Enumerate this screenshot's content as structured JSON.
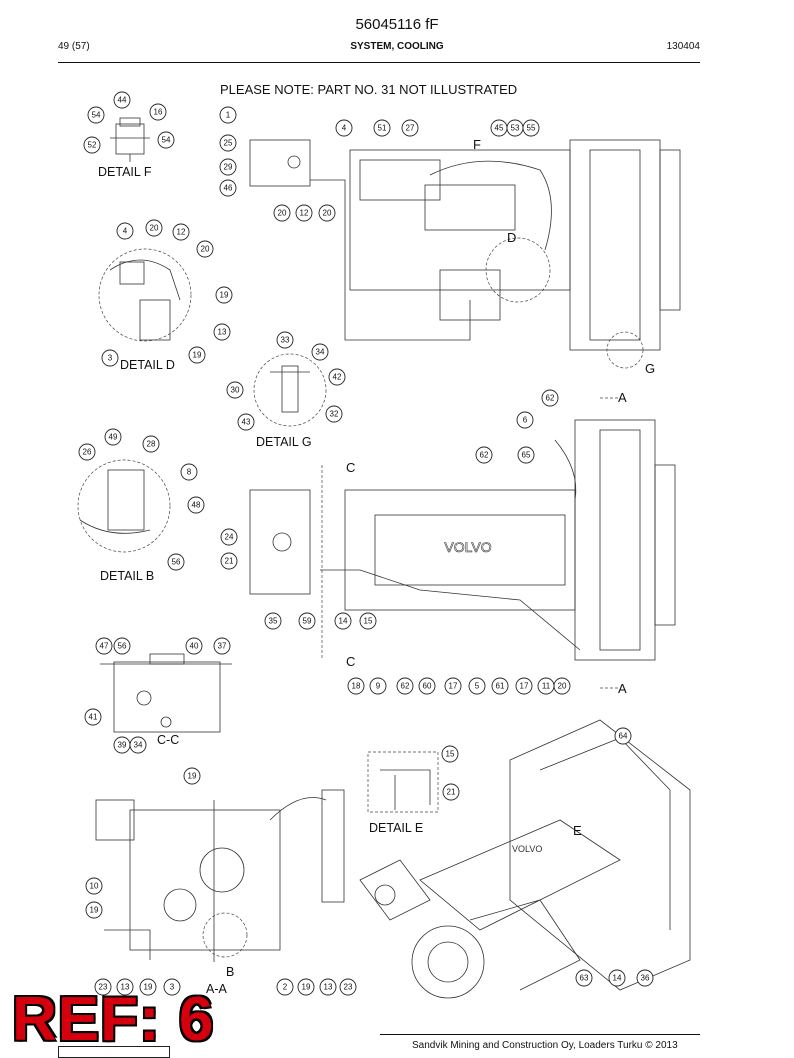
{
  "header": {
    "doc_title": "56045116 fF",
    "page": "49 (57)",
    "section": "SYSTEM, COOLING",
    "code": "130404"
  },
  "note": "PLEASE NOTE: PART NO. 31 NOT ILLUSTRATED",
  "details": {
    "f": "DETAIL F",
    "d": "DETAIL D",
    "g": "DETAIL G",
    "b": "DETAIL B",
    "e": "DETAIL E",
    "cc": "C-C",
    "aa": "A-A"
  },
  "markers": {
    "F": "F",
    "D": "D",
    "G": "G",
    "E": "E",
    "B": "B",
    "A_top": "A",
    "A_bottom": "A",
    "C_top": "C",
    "C_bottom": "C"
  },
  "callouts": {
    "detail_f": [
      "44",
      "54",
      "16",
      "52",
      "54"
    ],
    "main_top": [
      "1",
      "25",
      "29",
      "46",
      "20",
      "12",
      "20",
      "4",
      "51",
      "27",
      "45",
      "53",
      "55"
    ],
    "detail_d": [
      "4",
      "20",
      "12",
      "20",
      "19",
      "13",
      "19",
      "3"
    ],
    "detail_g": [
      "33",
      "34",
      "42",
      "30",
      "43",
      "32"
    ],
    "detail_b": [
      "49",
      "28",
      "26",
      "8",
      "48",
      "56"
    ],
    "main_mid": [
      "62",
      "6",
      "62",
      "65",
      "24",
      "21",
      "35",
      "59",
      "14",
      "15",
      "18",
      "9",
      "62",
      "60",
      "17",
      "5",
      "61",
      "17",
      "11",
      "20"
    ],
    "section_cc": [
      "47",
      "56",
      "40",
      "37",
      "41",
      "39",
      "34"
    ],
    "section_aa": [
      "19",
      "10",
      "19",
      "23",
      "13",
      "19",
      "3",
      "2",
      "19",
      "13",
      "23"
    ],
    "detail_e": [
      "15",
      "21"
    ],
    "iso_view": [
      "64",
      "63",
      "14",
      "36"
    ]
  },
  "ref_stamp": "REF: 6",
  "footer": "Sandvik Mining and Construction Oy, Loaders Turku © 2013"
}
